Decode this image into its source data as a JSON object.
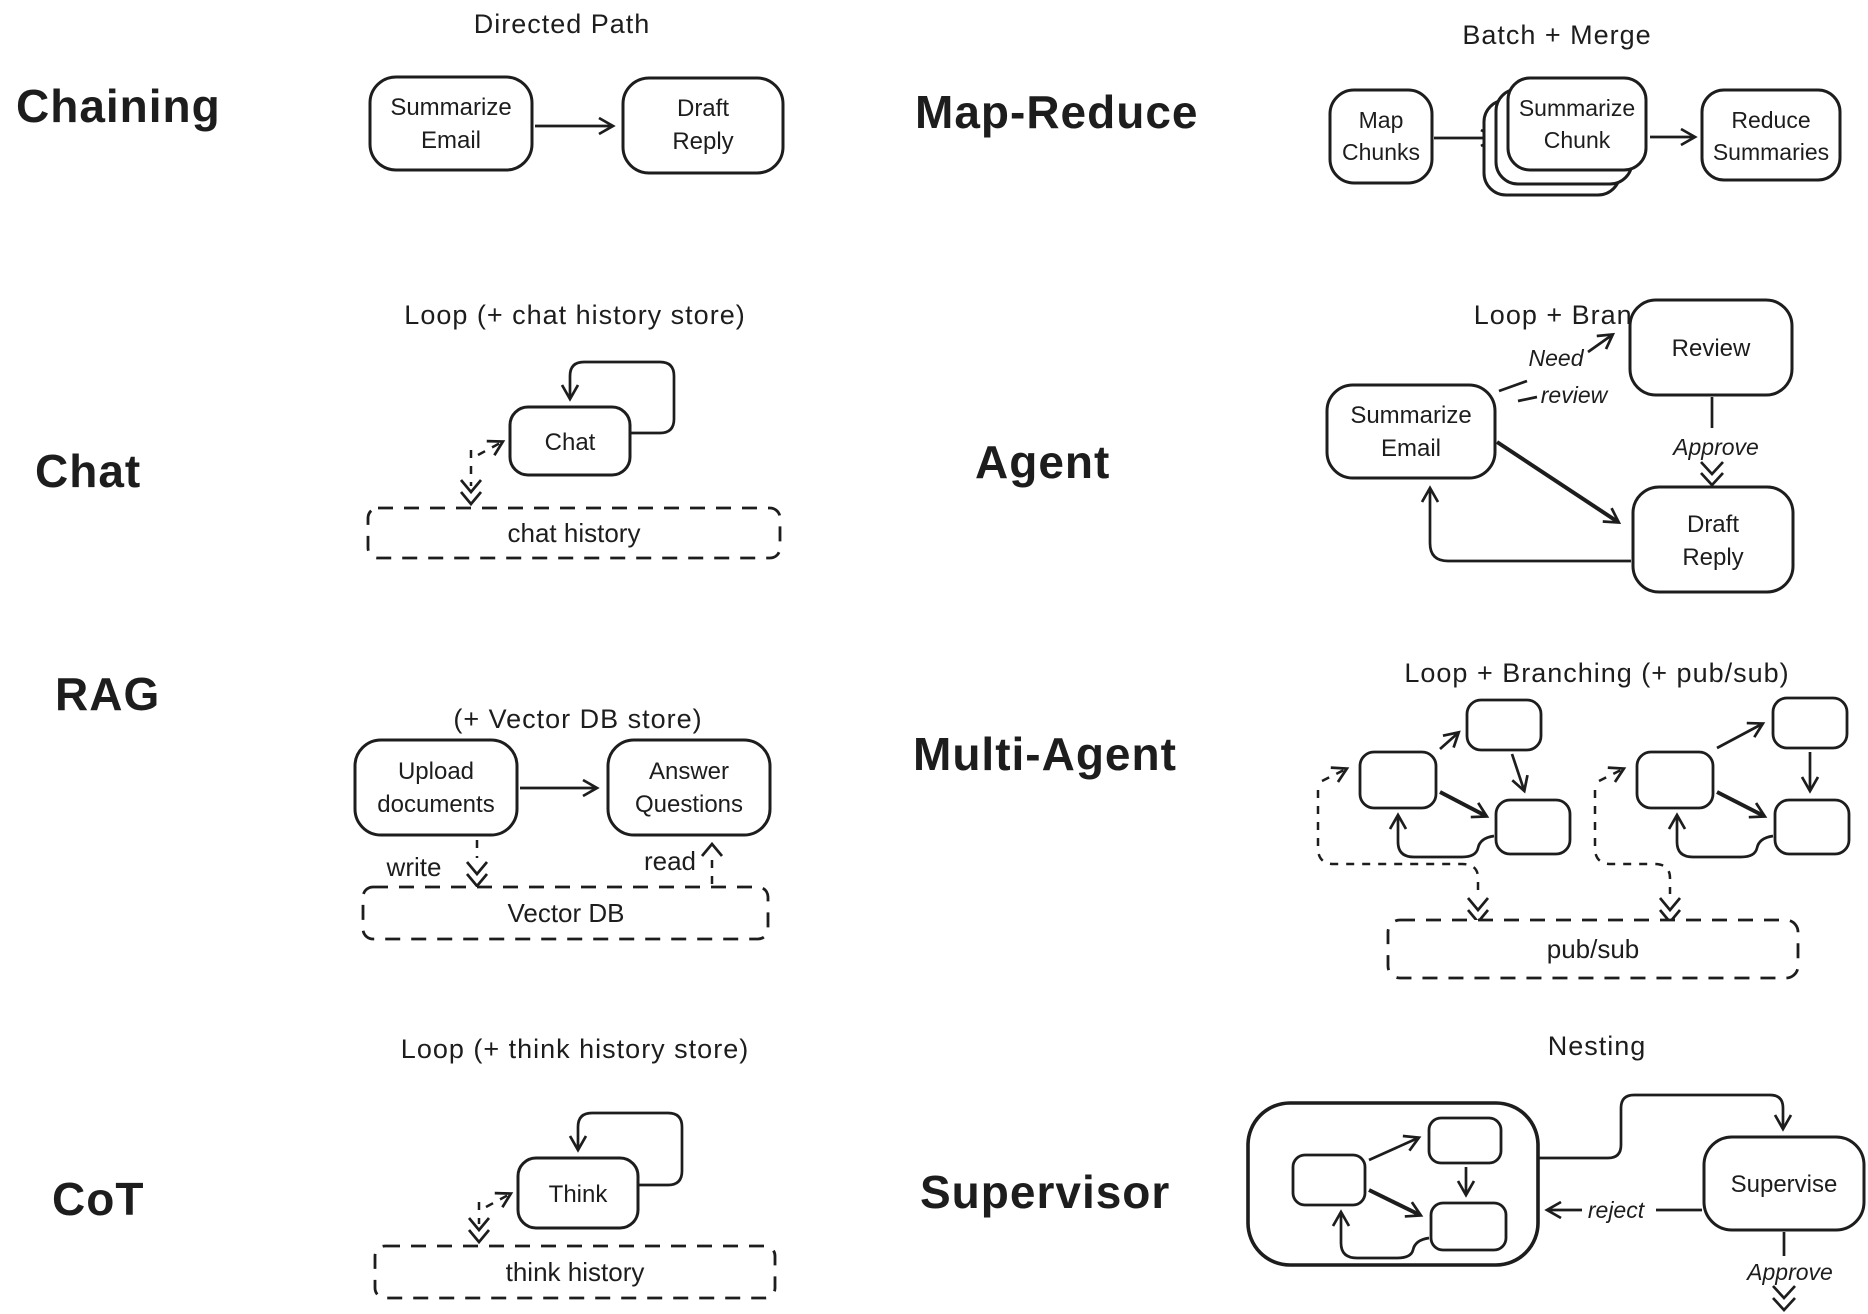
{
  "colors": {
    "ink": "#1d1d1d",
    "background": "#ffffff"
  },
  "sections": {
    "chaining": {
      "label": "Chaining",
      "title": "Directed Path",
      "nodes": {
        "summarize_email": [
          "Summarize",
          "Email"
        ],
        "draft_reply": [
          "Draft",
          "Reply"
        ]
      }
    },
    "map_reduce": {
      "label": "Map-Reduce",
      "title": "Batch + Merge",
      "nodes": {
        "map_chunks": [
          "Map",
          "Chunks"
        ],
        "summarize_chunk": [
          "Summarize",
          "Chunk"
        ],
        "reduce_summaries": [
          "Reduce",
          "Summaries"
        ]
      }
    },
    "chat": {
      "label": "Chat",
      "title": "Loop (+ chat history store)",
      "nodes": {
        "chat": [
          "Chat"
        ]
      },
      "store": "chat history"
    },
    "agent": {
      "label": "Agent",
      "title": "Loop + Branching",
      "nodes": {
        "summarize_email": [
          "Summarize",
          "Email"
        ],
        "review": [
          "Review"
        ],
        "draft_reply": [
          "Draft",
          "Reply"
        ]
      },
      "edges": {
        "need_review": [
          "Need",
          "review"
        ],
        "approve": "Approve"
      }
    },
    "rag": {
      "label": "RAG",
      "title": "(+ Vector DB store)",
      "nodes": {
        "upload_documents": [
          "Upload",
          "documents"
        ],
        "answer_questions": [
          "Answer",
          "Questions"
        ]
      },
      "edges": {
        "write": "write",
        "read": "read"
      },
      "store": "Vector DB"
    },
    "multi_agent": {
      "label": "Multi-Agent",
      "title": "Loop + Branching (+ pub/sub)",
      "store": "pub/sub"
    },
    "cot": {
      "label": "CoT",
      "title": "Loop (+ think history store)",
      "nodes": {
        "think": [
          "Think"
        ]
      },
      "store": "think history"
    },
    "supervisor": {
      "label": "Supervisor",
      "title": "Nesting",
      "nodes": {
        "supervise": [
          "Supervise"
        ]
      },
      "edges": {
        "reject": "reject",
        "approve": "Approve"
      }
    }
  }
}
